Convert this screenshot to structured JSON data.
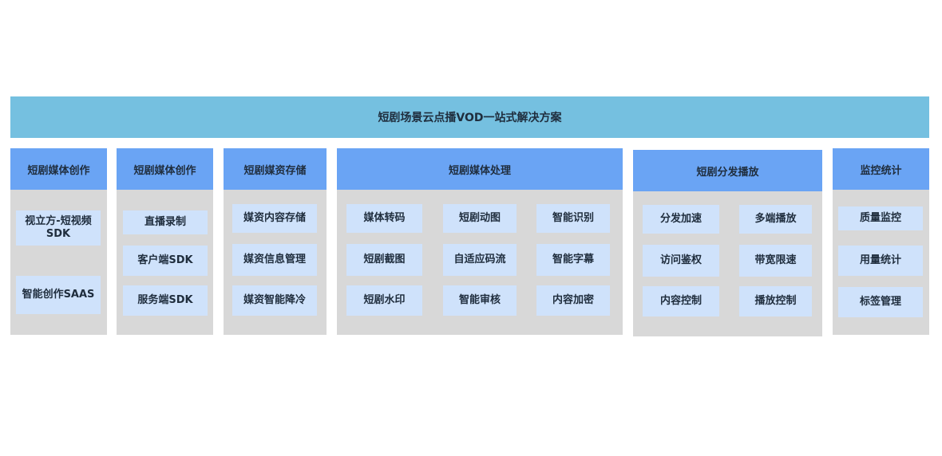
{
  "title": "短剧场景云点播VOD一站式解决方案",
  "columns": [
    {
      "header": "短剧媒体创作",
      "items": [
        "视立方-短视频SDK",
        "智能创作SAAS"
      ]
    },
    {
      "header": "短剧媒体创作",
      "items": [
        "直播录制",
        "客户端SDK",
        "服务端SDK"
      ]
    },
    {
      "header": "短剧媒资存储",
      "items": [
        "媒资内容存储",
        "媒资信息管理",
        "媒资智能降冷"
      ]
    },
    {
      "header": "短剧媒体处理",
      "items": [
        "媒体转码",
        "短剧动图",
        "智能识别",
        "短剧截图",
        "自适应码流",
        "智能字幕",
        "短剧水印",
        "智能审核",
        "内容加密"
      ]
    },
    {
      "header": "短剧分发播放",
      "items": [
        "分发加速",
        "多端播放",
        "访问鉴权",
        "带宽限速",
        "内容控制",
        "播放控制"
      ]
    },
    {
      "header": "监控统计",
      "items": [
        "质量监控",
        "用量统计",
        "标签管理"
      ]
    }
  ]
}
